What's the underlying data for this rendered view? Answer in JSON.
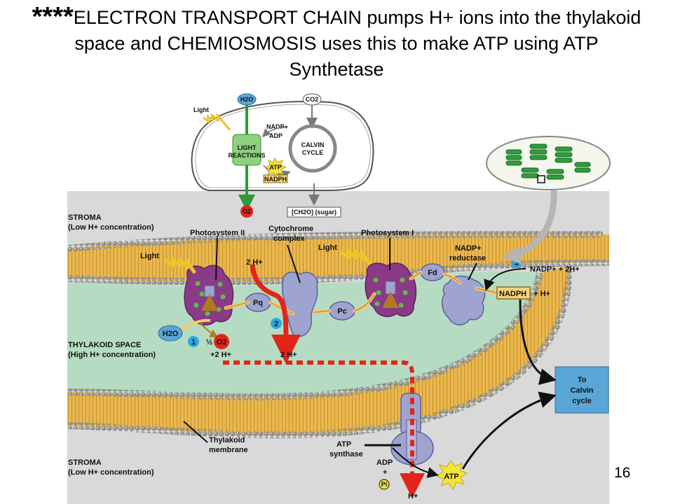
{
  "title": {
    "stars": "****",
    "text": "ELECTRON TRANSPORT CHAIN pumps H+ ions into the thylakoid space and CHEMIOSMOSIS uses this to make ATP using ATP Synthetase"
  },
  "page_number": "16",
  "overview": {
    "h2o": "H2O",
    "co2": "CO2",
    "light": "Light",
    "nadp": "NADP+",
    "adp": "ADP",
    "light_reactions": [
      "LIGHT",
      "REACTIONS"
    ],
    "calvin_cycle": [
      "CALVIN",
      "CYCLE"
    ],
    "atp": "ATP",
    "nadph": "NADPH",
    "o2": "O2",
    "sugar": "[CH2O] (sugar)"
  },
  "main": {
    "stroma_top": [
      "STROMA",
      "(Low H+ concentration)"
    ],
    "photosystem_ii": "Photosystem II",
    "cytochrome": [
      "Cytochrome",
      "complex"
    ],
    "photosystem_i": "Photosystem I",
    "nadp_reductase": [
      "NADP+",
      "reductase"
    ],
    "light_1": "Light",
    "light_2": "Light",
    "two_h_top": "2 H+",
    "pq": "Pq",
    "pc": "Pc",
    "fd": "Fd",
    "step1": "1",
    "step2": "2",
    "step3": "3",
    "nadp_2h": "NADP+ + 2H+",
    "nadph": "NADPH",
    "plus_h": "+ H+",
    "h2o": "H2O",
    "half": "½",
    "o2": "O2",
    "plus_2h": "+2 H+",
    "two_h_bottom": "2 H+",
    "thylakoid_space": [
      "THYLAKOID SPACE",
      "(High H+ concentration)"
    ],
    "to_calvin": [
      "To",
      "Calvin",
      "cycle"
    ],
    "thylakoid_membrane": [
      "Thylakoid",
      "membrane"
    ],
    "atp_synthase": [
      "ATP",
      "synthase"
    ],
    "stroma_bottom": [
      "STROMA",
      "(Low H+ concentration)"
    ],
    "adp_stack": [
      "ADP",
      "+"
    ],
    "pi": "Pi",
    "atp": "ATP",
    "h_bottom": "H+"
  },
  "colors": {
    "stroma_bg": "#d9d9d9",
    "lumen": "#b5dcc2",
    "membrane_tail": "#e9b84f",
    "membrane_head": "#8f8f8f",
    "protein": "#9fa3cf",
    "ps_purple": "#8a3a86",
    "proton_red": "#e0261b",
    "electron_path": "#f7c86a",
    "calvin_box": "#5aa6d6",
    "step_blue": "#2aa8e0"
  }
}
